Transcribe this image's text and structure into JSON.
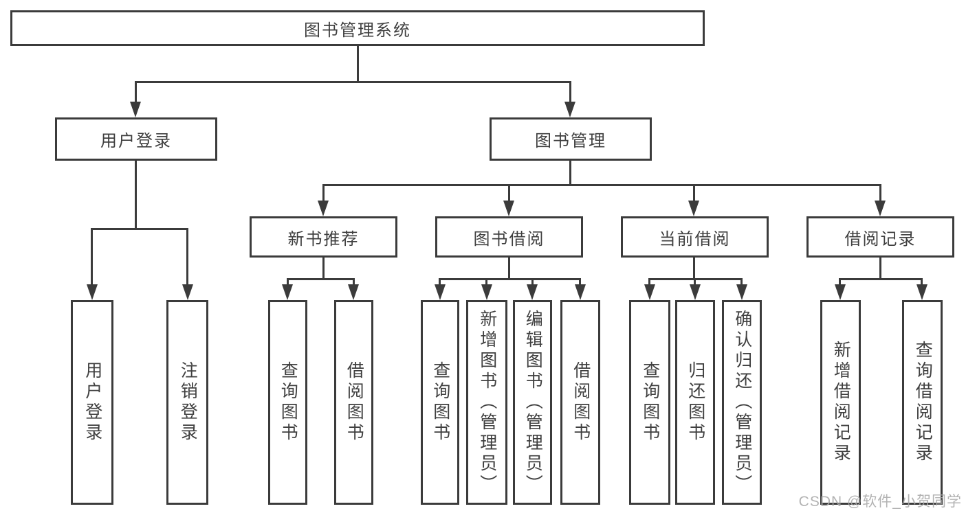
{
  "page": {
    "watermark": "CSDN @软件_小贺同学"
  },
  "colors": {
    "line": "#3b3b3b",
    "text": "#3f3f3f",
    "box_background": "#ffffff",
    "watermark": "#a8a8a8"
  },
  "tree": {
    "label": "图书管理系统",
    "children": [
      {
        "label": "用户登录",
        "children": [
          {
            "label": "用户登录"
          },
          {
            "label": "注销登录"
          }
        ]
      },
      {
        "label": "图书管理",
        "children": [
          {
            "label": "新书推荐",
            "children": [
              {
                "label": "查询图书"
              },
              {
                "label": "借阅图书"
              }
            ]
          },
          {
            "label": "图书借阅",
            "children": [
              {
                "label": "查询图书"
              },
              {
                "label": "新增图书（管理员）"
              },
              {
                "label": "编辑图书（管理员）"
              },
              {
                "label": "借阅图书"
              }
            ]
          },
          {
            "label": "当前借阅",
            "children": [
              {
                "label": "查询图书"
              },
              {
                "label": "归还图书"
              },
              {
                "label": "确认归还（管理员）"
              }
            ]
          },
          {
            "label": "借阅记录",
            "children": [
              {
                "label": "新增借阅记录"
              },
              {
                "label": "查询借阅记录"
              }
            ]
          }
        ]
      }
    ]
  }
}
